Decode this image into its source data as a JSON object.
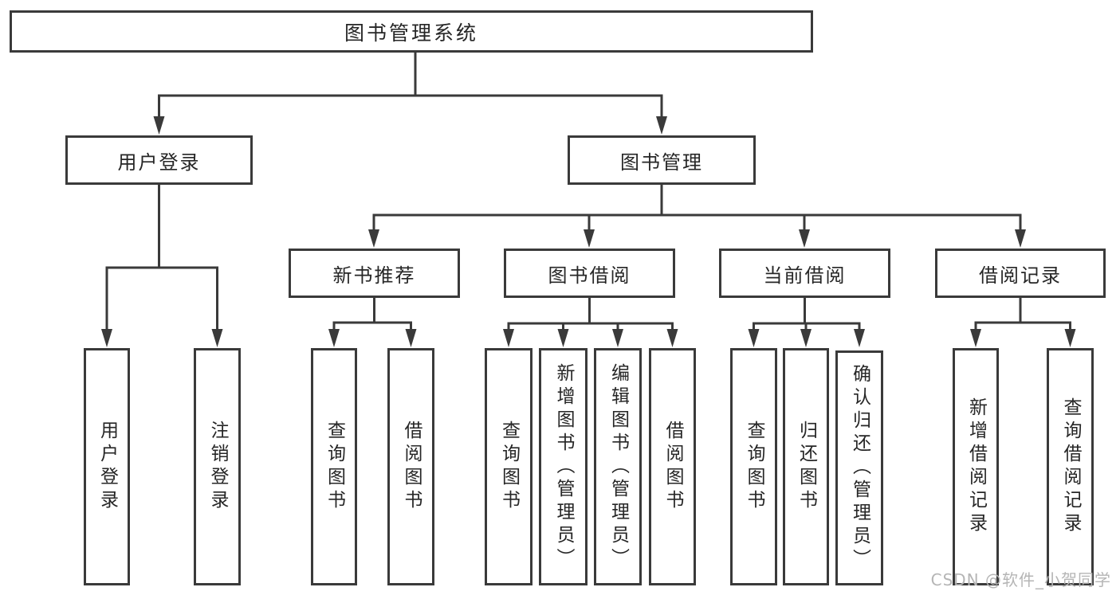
{
  "diagram": {
    "tree": {
      "label": "图书管理系统",
      "children": [
        {
          "label": "用户登录",
          "children": [
            {
              "label": "用户登录"
            },
            {
              "label": "注销登录"
            }
          ]
        },
        {
          "label": "图书管理",
          "children": [
            {
              "label": "新书推荐",
              "children": [
                {
                  "label": "查询图书"
                },
                {
                  "label": "借阅图书"
                }
              ]
            },
            {
              "label": "图书借阅",
              "children": [
                {
                  "label": "查询图书"
                },
                {
                  "label": "新增图书（管理员）"
                },
                {
                  "label": "编辑图书（管理员）"
                },
                {
                  "label": "借阅图书"
                }
              ]
            },
            {
              "label": "当前借阅",
              "children": [
                {
                  "label": "查询图书"
                },
                {
                  "label": "归还图书"
                },
                {
                  "label": "确认归还（管理员）"
                }
              ]
            },
            {
              "label": "借阅记录",
              "children": [
                {
                  "label": "新增借阅记录"
                },
                {
                  "label": "查询借阅记录"
                }
              ]
            }
          ]
        }
      ]
    },
    "colors": {
      "line": "#3a3a3a",
      "box_border": "#3a3a3a",
      "text": "#262626",
      "background": "#ffffff",
      "watermark": "#b5b5b5"
    }
  },
  "watermark": {
    "text": "CSDN @软件_小贺同学"
  }
}
